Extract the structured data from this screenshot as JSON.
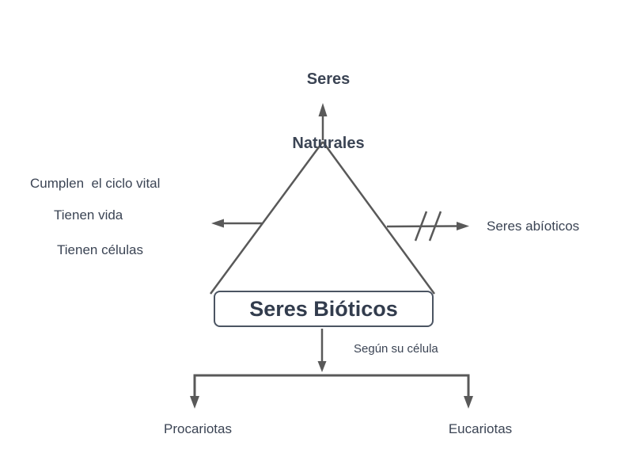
{
  "title": {
    "line1": "Seres",
    "line2": "Naturales"
  },
  "left_notes": [
    "Cumplen  el ciclo vital",
    "Tienen vida",
    "Tienen células"
  ],
  "right_label": "Seres abíoticos",
  "box_label": "Seres Bióticos",
  "branch_label": "Según su célula",
  "children": [
    "Procariotas",
    "Eucariotas"
  ],
  "colors": {
    "text": "#3b4454",
    "line": "#595959",
    "box_border": "#4b5462",
    "background": "#ffffff"
  }
}
